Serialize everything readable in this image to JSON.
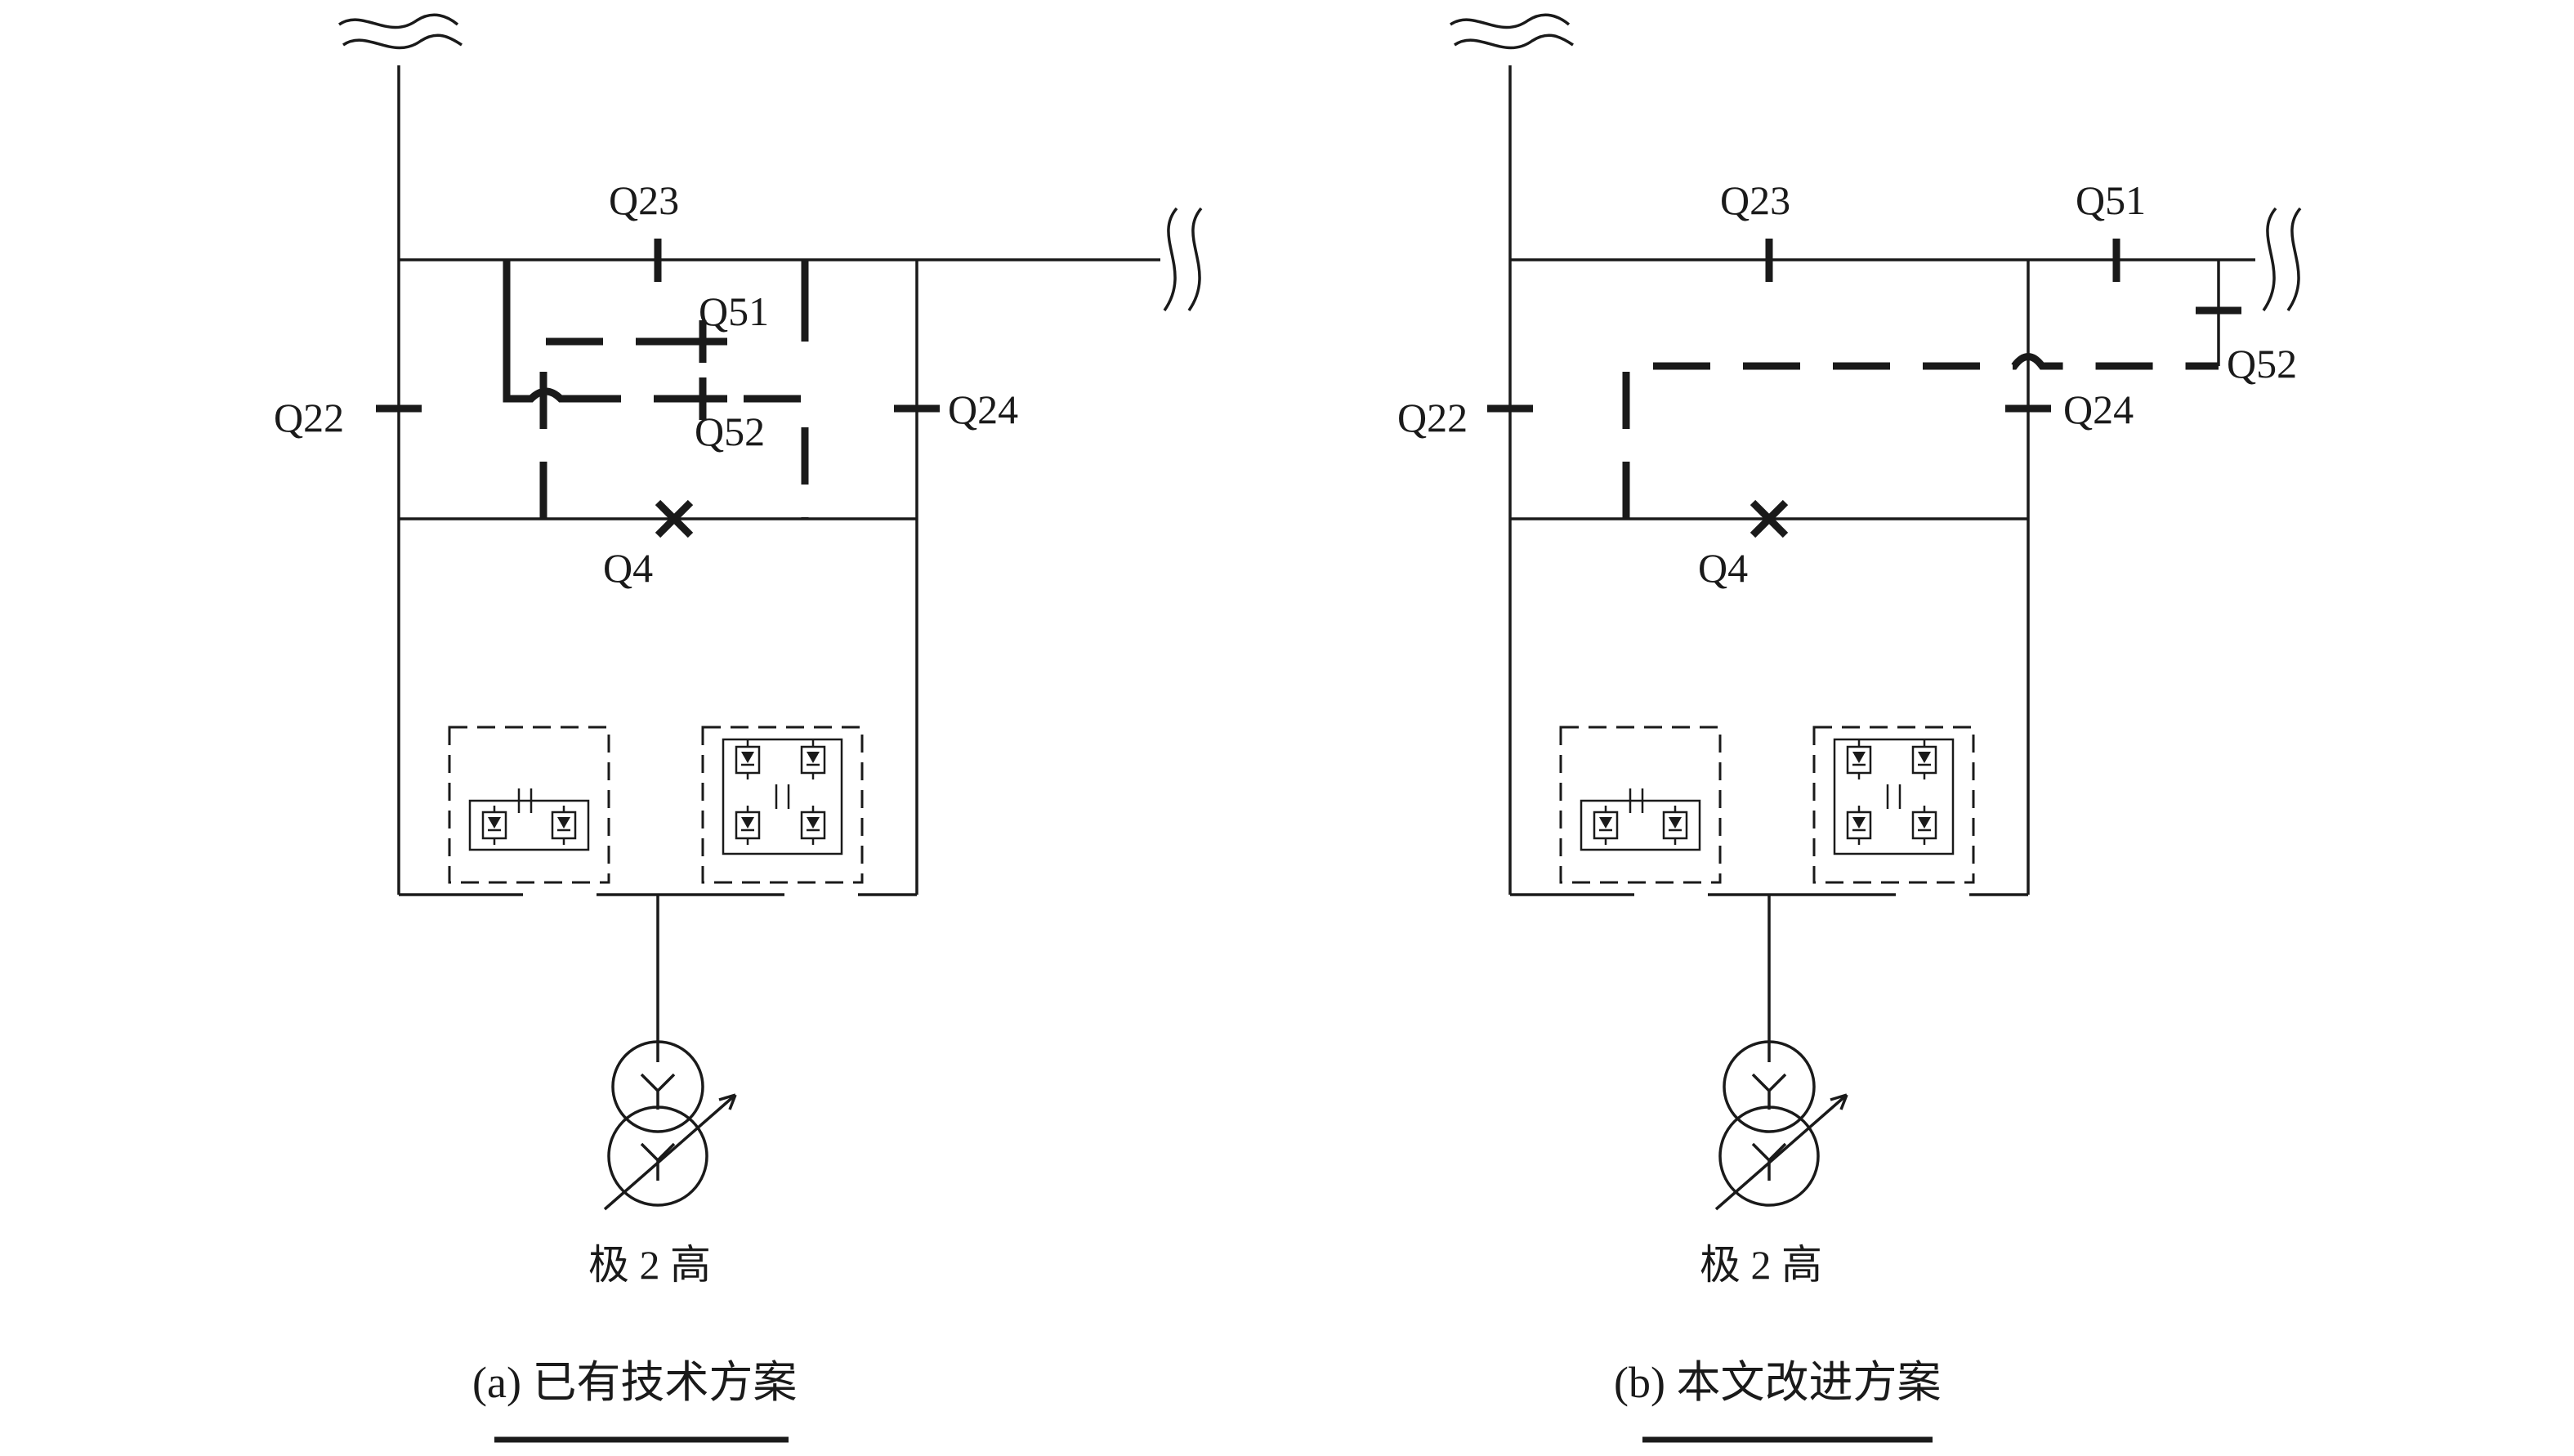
{
  "figures": [
    {
      "caption": "(a) 已有技术方案",
      "labels": {
        "q22": "Q22",
        "q23": "Q23",
        "q24": "Q24",
        "q51": "Q51",
        "q52": "Q52",
        "q4": "Q4",
        "pole": "极 2 高"
      }
    },
    {
      "caption": "(b) 本文改进方案",
      "labels": {
        "q22": "Q22",
        "q23": "Q23",
        "q24": "Q24",
        "q51": "Q51",
        "q52": "Q52",
        "q4": "Q4",
        "pole": "极 2 高"
      }
    }
  ]
}
